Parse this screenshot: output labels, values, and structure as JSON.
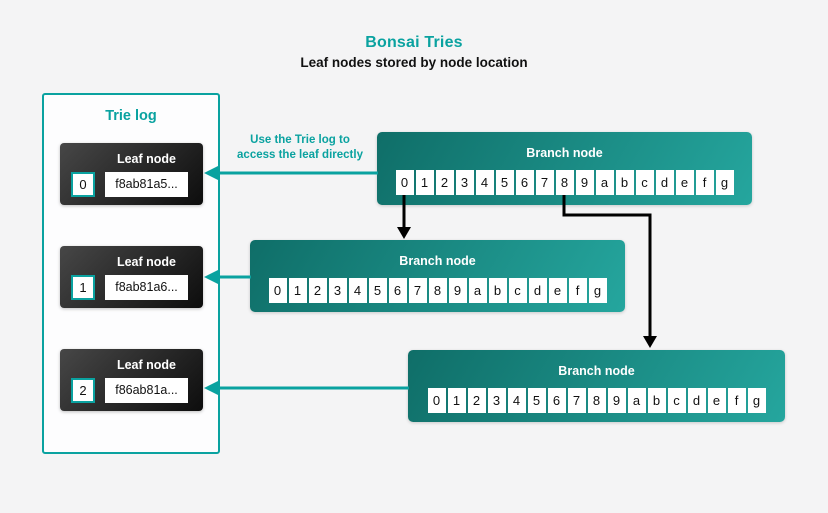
{
  "header": {
    "title": "Bonsai Tries",
    "subtitle": "Leaf nodes stored by node location"
  },
  "trie_log": {
    "title": "Trie log",
    "leaves": [
      {
        "label": "Leaf node",
        "index": "0",
        "hash": "f8ab81a5..."
      },
      {
        "label": "Leaf node",
        "index": "1",
        "hash": "f8ab81a6..."
      },
      {
        "label": "Leaf node",
        "index": "2",
        "hash": "f86ab81a..."
      }
    ]
  },
  "annotation": {
    "line1": "Use the Trie log to",
    "line2": "access the leaf directly"
  },
  "branch_nodes": [
    {
      "label": "Branch node",
      "cells": [
        "0",
        "1",
        "2",
        "3",
        "4",
        "5",
        "6",
        "7",
        "8",
        "9",
        "a",
        "b",
        "c",
        "d",
        "e",
        "f",
        "g"
      ]
    },
    {
      "label": "Branch node",
      "cells": [
        "0",
        "1",
        "2",
        "3",
        "4",
        "5",
        "6",
        "7",
        "8",
        "9",
        "a",
        "b",
        "c",
        "d",
        "e",
        "f",
        "g"
      ]
    },
    {
      "label": "Branch node",
      "cells": [
        "0",
        "1",
        "2",
        "3",
        "4",
        "5",
        "6",
        "7",
        "8",
        "9",
        "a",
        "b",
        "c",
        "d",
        "e",
        "f",
        "g"
      ]
    }
  ],
  "colors": {
    "accent": "#0aa2a0",
    "background": "#f4f4f5",
    "branch_gradient_dark": "#0f6e68",
    "branch_gradient_light": "#25a69e",
    "leaf_gradient_dark": "#0d0d0d",
    "leaf_gradient_light": "#474747",
    "arrow_black": "#000000"
  }
}
